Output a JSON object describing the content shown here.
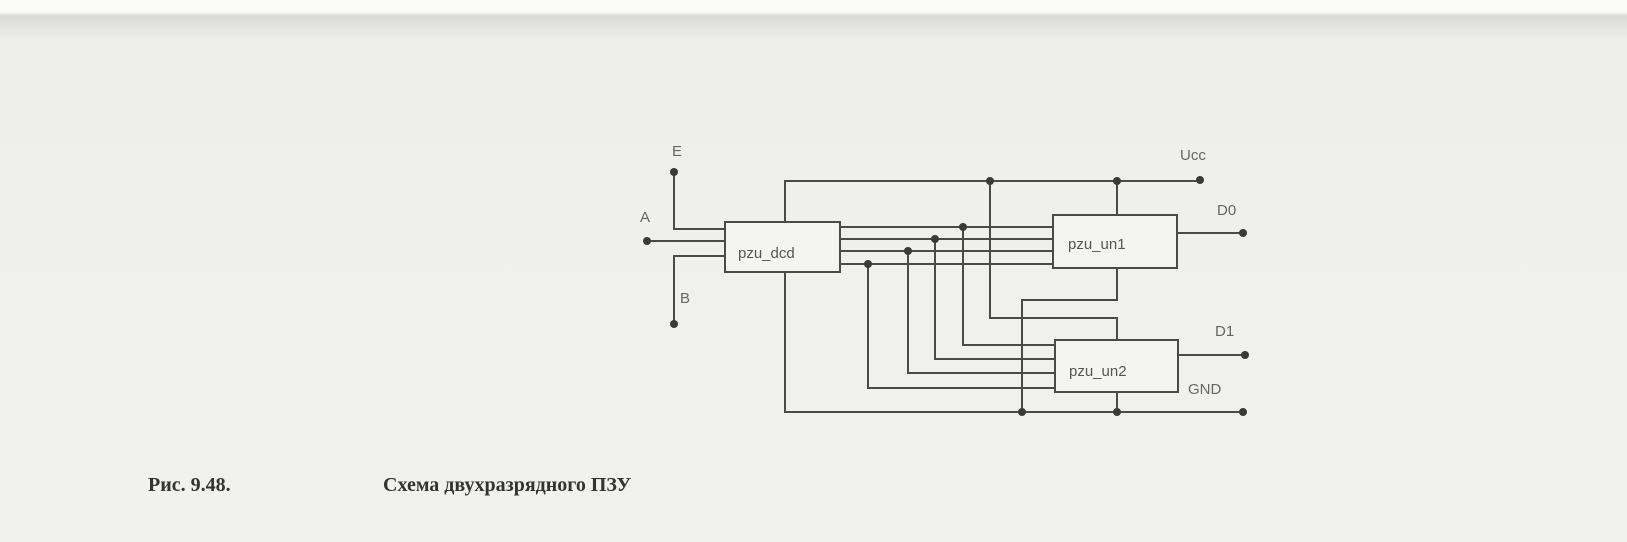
{
  "diagram": {
    "blocks": {
      "decoder": "pzu_dcd",
      "unit1": "pzu_un1",
      "unit2": "pzu_un2"
    },
    "pins": {
      "e": "E",
      "a": "A",
      "b": "B",
      "ucc": "Ucc",
      "d0": "D0",
      "d1": "D1",
      "gnd": "GND"
    }
  },
  "caption": {
    "number": "Рис. 9.48.",
    "title": "Схема двухразрядного ПЗУ"
  }
}
